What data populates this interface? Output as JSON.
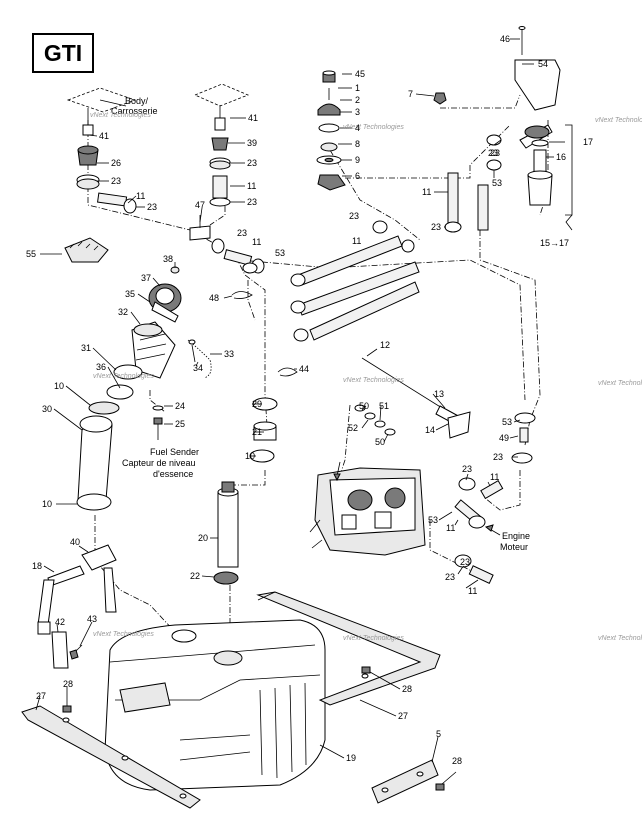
{
  "model_label": "GTI",
  "labels": {
    "body": "Body/",
    "carrosserie": "Carrosserie",
    "fuel_sender": "Fuel Sender",
    "capteur_1": "Capteur de niveau",
    "capteur_2": "d'essence",
    "engine": "Engine",
    "moteur": "Moteur",
    "range_15_17": "15→17"
  },
  "watermark": "vNext Technologies",
  "callouts": [
    {
      "id": "c46",
      "text": "46"
    },
    {
      "id": "c54",
      "text": "54"
    },
    {
      "id": "c45",
      "text": "45"
    },
    {
      "id": "c1",
      "text": "1"
    },
    {
      "id": "c2",
      "text": "2"
    },
    {
      "id": "c3",
      "text": "3"
    },
    {
      "id": "c4",
      "text": "4"
    },
    {
      "id": "c8",
      "text": "8"
    },
    {
      "id": "c9",
      "text": "9"
    },
    {
      "id": "c6",
      "text": "6"
    },
    {
      "id": "c7",
      "text": "7"
    },
    {
      "id": "c41a",
      "text": "41"
    },
    {
      "id": "c41b",
      "text": "41"
    },
    {
      "id": "c26",
      "text": "26"
    },
    {
      "id": "c23a",
      "text": "23"
    },
    {
      "id": "c39",
      "text": "39"
    },
    {
      "id": "c23b",
      "text": "23"
    },
    {
      "id": "c11a",
      "text": "11"
    },
    {
      "id": "c23c",
      "text": "23"
    },
    {
      "id": "c11b",
      "text": "11"
    },
    {
      "id": "c23d",
      "text": "23"
    },
    {
      "id": "c47",
      "text": "47"
    },
    {
      "id": "c23e",
      "text": "23"
    },
    {
      "id": "c11c",
      "text": "11"
    },
    {
      "id": "c23f",
      "text": "23"
    },
    {
      "id": "c11d",
      "text": "11"
    },
    {
      "id": "c23g",
      "text": "23"
    },
    {
      "id": "c17",
      "text": "17"
    },
    {
      "id": "c16",
      "text": "16"
    },
    {
      "id": "c23h",
      "text": "23"
    },
    {
      "id": "c53a",
      "text": "53"
    },
    {
      "id": "c11e",
      "text": "11"
    },
    {
      "id": "c23i",
      "text": "23"
    },
    {
      "id": "c55",
      "text": "55"
    },
    {
      "id": "c38",
      "text": "38"
    },
    {
      "id": "c37",
      "text": "37"
    },
    {
      "id": "c53b",
      "text": "53"
    },
    {
      "id": "c35",
      "text": "35"
    },
    {
      "id": "c48",
      "text": "48"
    },
    {
      "id": "c32",
      "text": "32"
    },
    {
      "id": "c33",
      "text": "33"
    },
    {
      "id": "c31",
      "text": "31"
    },
    {
      "id": "c34",
      "text": "34"
    },
    {
      "id": "c36",
      "text": "36"
    },
    {
      "id": "c44",
      "text": "44"
    },
    {
      "id": "c12",
      "text": "12"
    },
    {
      "id": "c10a",
      "text": "10"
    },
    {
      "id": "c24",
      "text": "24"
    },
    {
      "id": "c29",
      "text": "29"
    },
    {
      "id": "c13",
      "text": "13"
    },
    {
      "id": "c30",
      "text": "30"
    },
    {
      "id": "c25",
      "text": "25"
    },
    {
      "id": "c50a",
      "text": "50"
    },
    {
      "id": "c51",
      "text": "51"
    },
    {
      "id": "c21",
      "text": "21"
    },
    {
      "id": "c52",
      "text": "52"
    },
    {
      "id": "c14",
      "text": "14"
    },
    {
      "id": "c50b",
      "text": "50"
    },
    {
      "id": "c10b",
      "text": "10"
    },
    {
      "id": "c53c",
      "text": "53"
    },
    {
      "id": "c49",
      "text": "49"
    },
    {
      "id": "c23j",
      "text": "23"
    },
    {
      "id": "c23k",
      "text": "23"
    },
    {
      "id": "c10c",
      "text": "10"
    },
    {
      "id": "c11f",
      "text": "11"
    },
    {
      "id": "c20",
      "text": "20"
    },
    {
      "id": "c53d",
      "text": "53"
    },
    {
      "id": "c11g",
      "text": "11"
    },
    {
      "id": "c40",
      "text": "40"
    },
    {
      "id": "c18",
      "text": "18"
    },
    {
      "id": "c23l",
      "text": "23"
    },
    {
      "id": "c22",
      "text": "22"
    },
    {
      "id": "c23m",
      "text": "23"
    },
    {
      "id": "c11h",
      "text": "11"
    },
    {
      "id": "c42",
      "text": "42"
    },
    {
      "id": "c43",
      "text": "43"
    },
    {
      "id": "c28a",
      "text": "28"
    },
    {
      "id": "c27a",
      "text": "27"
    },
    {
      "id": "c28b",
      "text": "28"
    },
    {
      "id": "c27b",
      "text": "27"
    },
    {
      "id": "c19",
      "text": "19"
    },
    {
      "id": "c5",
      "text": "5"
    },
    {
      "id": "c28c",
      "text": "28"
    },
    {
      "id": "c15",
      "text": "15"
    }
  ]
}
